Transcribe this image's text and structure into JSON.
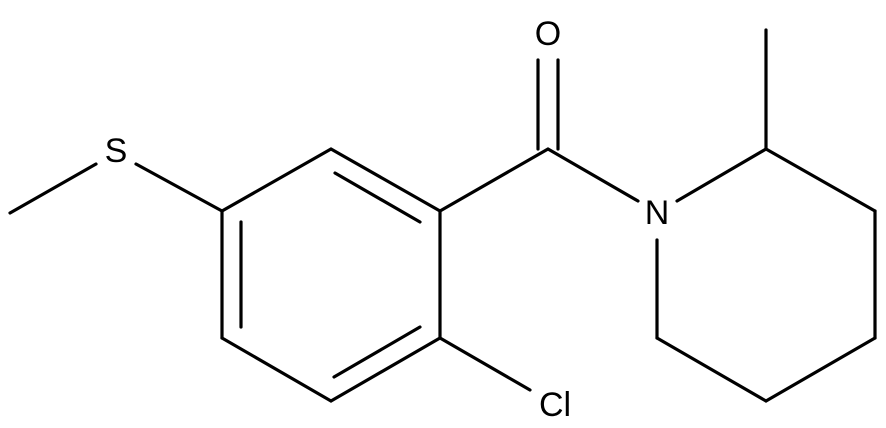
{
  "molecule": {
    "atoms": {
      "oxygen": "O",
      "nitrogen": "N",
      "sulfur": "S",
      "chlorine": "Cl"
    }
  },
  "colors": {
    "background": "#ffffff",
    "bond": "#000000",
    "label": "#000000"
  }
}
